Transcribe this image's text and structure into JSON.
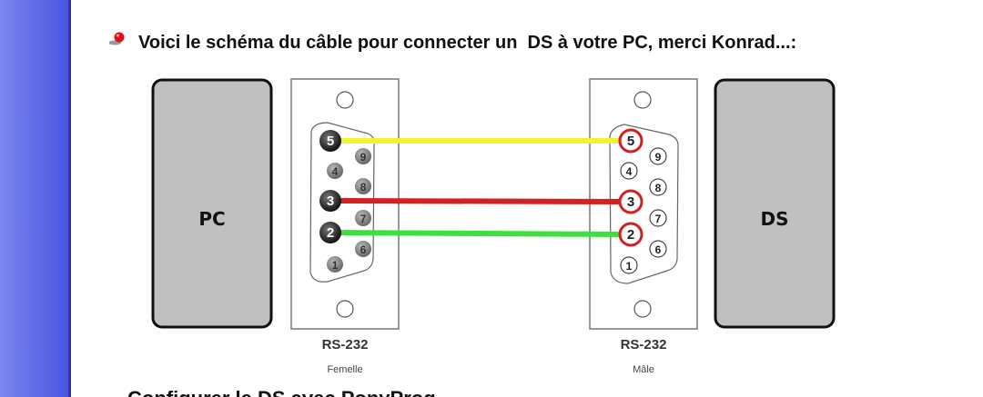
{
  "heading": "Voici le schéma du câble pour connecter un  DS à votre PC, merci Konrad...:",
  "next_heading": "Configurer le DS avec PonyProg",
  "diagram": {
    "left_device": "PC",
    "right_device": "DS",
    "left_connector": {
      "type": "RS-232",
      "gender": "Femelle"
    },
    "right_connector": {
      "type": "RS-232",
      "gender": "Mâle"
    },
    "pins": [
      "1",
      "2",
      "3",
      "4",
      "5",
      "6",
      "7",
      "8",
      "9"
    ],
    "wires": [
      {
        "from_pin": "5",
        "to_pin": "5",
        "color": "#f2f232"
      },
      {
        "from_pin": "3",
        "to_pin": "3",
        "color": "#d42020"
      },
      {
        "from_pin": "2",
        "to_pin": "2",
        "color": "#3ee03e"
      }
    ]
  },
  "colors": {
    "sidebar": "#4a55e0",
    "device_fill": "#c0c0c0"
  }
}
